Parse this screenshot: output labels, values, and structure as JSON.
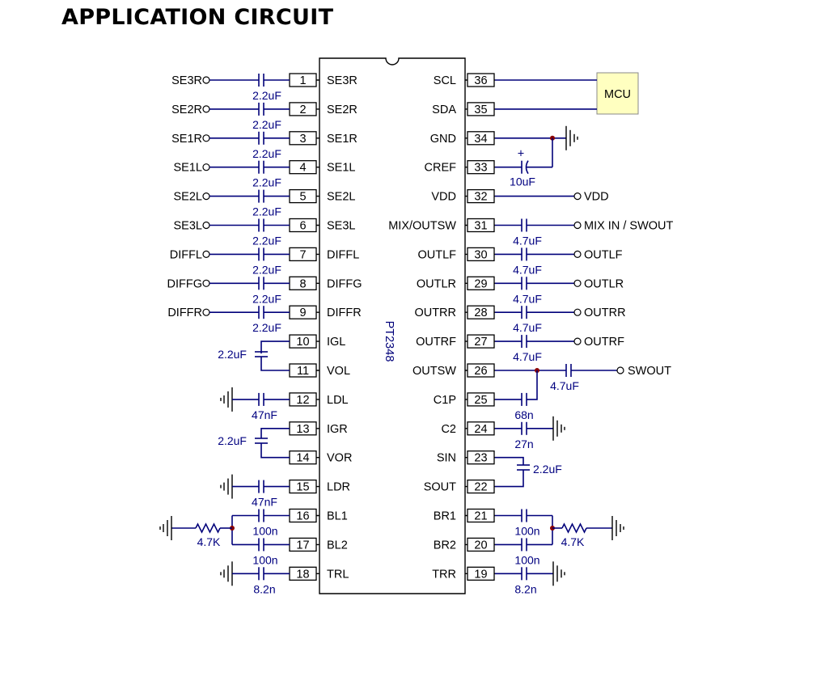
{
  "title": "APPLICATION CIRCUIT",
  "chip": {
    "name": "PT2348",
    "left_pins": [
      {
        "num": "1",
        "label": "SE3R"
      },
      {
        "num": "2",
        "label": "SE2R"
      },
      {
        "num": "3",
        "label": "SE1R"
      },
      {
        "num": "4",
        "label": "SE1L"
      },
      {
        "num": "5",
        "label": "SE2L"
      },
      {
        "num": "6",
        "label": "SE3L"
      },
      {
        "num": "7",
        "label": "DIFFL"
      },
      {
        "num": "8",
        "label": "DIFFG"
      },
      {
        "num": "9",
        "label": "DIFFR"
      },
      {
        "num": "10",
        "label": "IGL"
      },
      {
        "num": "11",
        "label": "VOL"
      },
      {
        "num": "12",
        "label": "LDL"
      },
      {
        "num": "13",
        "label": "IGR"
      },
      {
        "num": "14",
        "label": "VOR"
      },
      {
        "num": "15",
        "label": "LDR"
      },
      {
        "num": "16",
        "label": "BL1"
      },
      {
        "num": "17",
        "label": "BL2"
      },
      {
        "num": "18",
        "label": "TRL"
      }
    ],
    "right_pins": [
      {
        "num": "36",
        "label": "SCL"
      },
      {
        "num": "35",
        "label": "SDA"
      },
      {
        "num": "34",
        "label": "GND"
      },
      {
        "num": "33",
        "label": "CREF"
      },
      {
        "num": "32",
        "label": "VDD"
      },
      {
        "num": "31",
        "label": "MIX/OUTSW"
      },
      {
        "num": "30",
        "label": "OUTLF"
      },
      {
        "num": "29",
        "label": "OUTLR"
      },
      {
        "num": "28",
        "label": "OUTRR"
      },
      {
        "num": "27",
        "label": "OUTRF"
      },
      {
        "num": "26",
        "label": "OUTSW"
      },
      {
        "num": "25",
        "label": "C1P"
      },
      {
        "num": "24",
        "label": "C2"
      },
      {
        "num": "23",
        "label": "SIN"
      },
      {
        "num": "22",
        "label": "SOUT"
      },
      {
        "num": "21",
        "label": "BR1"
      },
      {
        "num": "20",
        "label": "BR2"
      },
      {
        "num": "19",
        "label": "TRR"
      }
    ]
  },
  "inputs": [
    "SE3R",
    "SE2R",
    "SE1R",
    "SE1L",
    "SE2L",
    "SE3L",
    "DIFFL",
    "DIFFG",
    "DIFFR"
  ],
  "input_cap": "2.2uF",
  "outputs": [
    {
      "pin": "32",
      "label": "VDD",
      "cap": ""
    },
    {
      "pin": "31",
      "label": "MIX IN / SWOUT",
      "cap": "4.7uF"
    },
    {
      "pin": "30",
      "label": "OUTLF",
      "cap": "4.7uF"
    },
    {
      "pin": "29",
      "label": "OUTLR",
      "cap": "4.7uF"
    },
    {
      "pin": "28",
      "label": "OUTRR",
      "cap": "4.7uF"
    },
    {
      "pin": "27",
      "label": "OUTRF",
      "cap": "4.7uF"
    }
  ],
  "mcu": "MCU",
  "components": {
    "cref": "10uF",
    "swout_label": "SWOUT",
    "swout_cap": "4.7uF",
    "ig_cap": "2.2uF",
    "ld_cap": "47nF",
    "bass_cap": "100n",
    "bass_res": "4.7K",
    "treble_cap": "8.2n",
    "c1p": "68n",
    "c2": "27n",
    "sin_sout": "2.2uF"
  }
}
